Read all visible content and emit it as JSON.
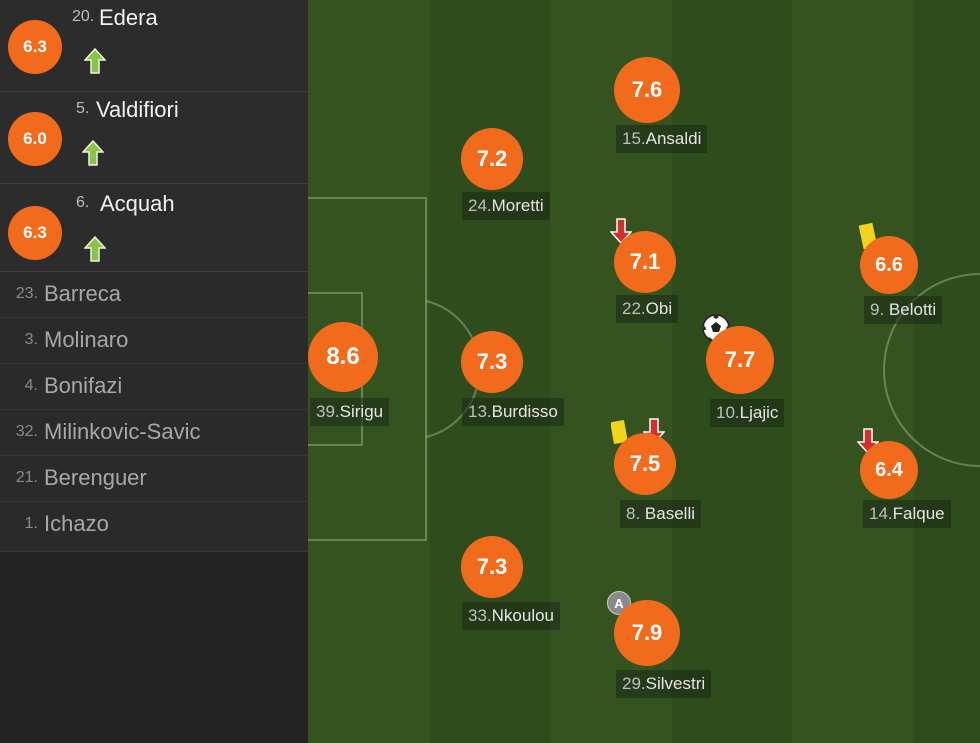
{
  "colors": {
    "rating_bg": "#f26a1b",
    "sub_in": "#8bc34a",
    "sub_out": "#d32f2f",
    "yellow_card": "#f4d31b"
  },
  "substitutes_in": [
    {
      "number": "20.",
      "name": "Edera",
      "rating": "6.3",
      "icon": "arrow-up-icon"
    },
    {
      "number": "5.",
      "name": "Valdifiori",
      "rating": "6.0",
      "icon": "arrow-up-icon"
    },
    {
      "number": "6.",
      "name": "Acquah",
      "rating": "6.3",
      "icon": "arrow-up-icon"
    }
  ],
  "bench": [
    {
      "number": "23.",
      "name": "Barreca"
    },
    {
      "number": "3.",
      "name": "Molinaro"
    },
    {
      "number": "4.",
      "name": "Bonifazi"
    },
    {
      "number": "32.",
      "name": "Milinkovic-Savic"
    },
    {
      "number": "21.",
      "name": "Berenguer"
    },
    {
      "number": "1.",
      "name": "Ichazo"
    }
  ],
  "players": [
    {
      "number": "39.",
      "name": "Sirigu",
      "rating": "8.6"
    },
    {
      "number": "24.",
      "name": "Moretti",
      "rating": "7.2"
    },
    {
      "number": "13.",
      "name": "Burdisso",
      "rating": "7.3"
    },
    {
      "number": "33.",
      "name": "Nkoulou",
      "rating": "7.3"
    },
    {
      "number": "15.",
      "name": "Ansaldi",
      "rating": "7.6"
    },
    {
      "number": "22.",
      "name": "Obi",
      "rating": "7.1"
    },
    {
      "number": "8.",
      "name": "Baselli",
      "rating": "7.5"
    },
    {
      "number": "29.",
      "name": "Silvestri",
      "rating": "7.9"
    },
    {
      "number": "10.",
      "name": "Ljajic",
      "rating": "7.7"
    },
    {
      "number": "9.",
      "name": "Belotti",
      "rating": "6.6"
    },
    {
      "number": "14.",
      "name": "Falque",
      "rating": "6.4"
    }
  ],
  "captain_badge": "A",
  "icons": {
    "sub_out": "arrow-down-icon",
    "card": "yellow-card-icon",
    "goal": "soccer-ball-icon",
    "sub_in": "arrow-up-icon"
  }
}
